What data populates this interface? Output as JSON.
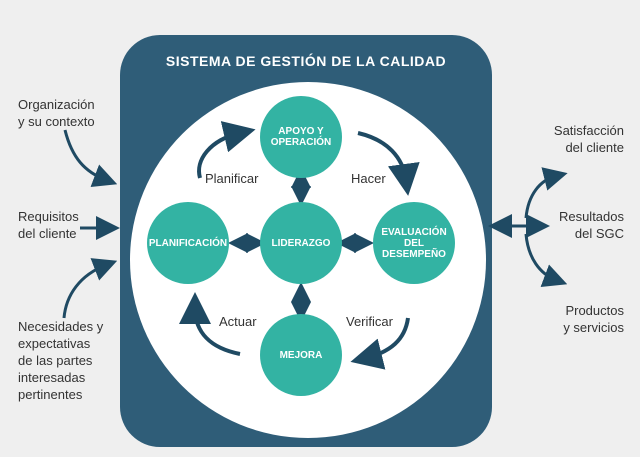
{
  "title": "SISTEMA DE GESTIÓN DE LA CALIDAD",
  "nodes": {
    "apoyo": "APOYO Y\nOPERACIÓN",
    "planificacion": "PLANIFICACIÓN",
    "liderazgo": "LIDERAZGO",
    "evaluacion": "EVALUACIÓN\nDEL DESEMPEÑO",
    "mejora": "MEJORA"
  },
  "cycle_labels": {
    "planificar": "Planificar",
    "hacer": "Hacer",
    "actuar": "Actuar",
    "verificar": "Verificar"
  },
  "inputs": {
    "organizacion": "Organización\ny su contexto",
    "requisitos": "Requisitos\ndel cliente",
    "necesidades": "Necesidades y\nexpectativas\nde las partes\ninteresadas\npertinentes"
  },
  "outputs": {
    "satisfaccion": "Satisfacción\ndel cliente",
    "resultados": "Resultados\ndel SGC",
    "productos": "Productos\ny servicios"
  },
  "colors": {
    "panel": "#2f5d78",
    "node": "#33b3a3",
    "arrow": "#1f4a63"
  }
}
